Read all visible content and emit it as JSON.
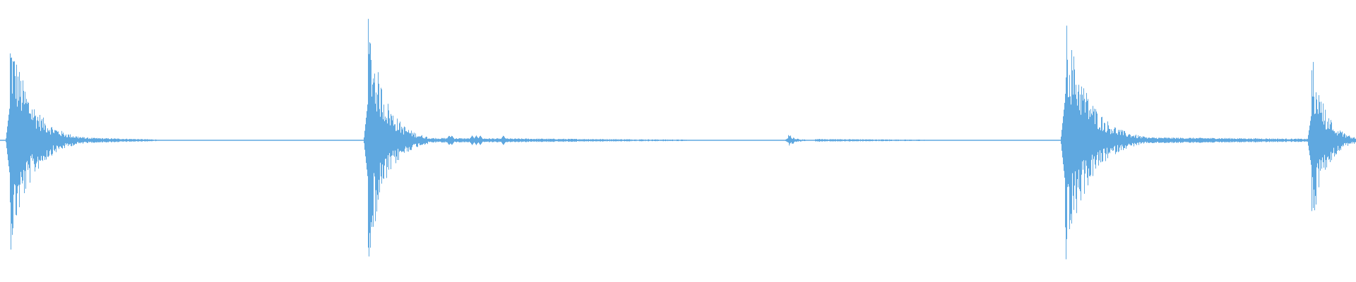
{
  "waveform": {
    "color": "#5fa8e0",
    "background": "#ffffff",
    "transients": [
      {
        "time": 0.007,
        "peak_up": 0.83,
        "peak_down": 0.84,
        "decay": 0.055,
        "tail": 0.055,
        "tail_level": 0.02
      },
      {
        "time": 0.271,
        "peak_up": 0.92,
        "peak_down": 0.92,
        "decay": 0.045,
        "tail": 0.19,
        "tail_level": 0.018
      },
      {
        "time": 0.581,
        "peak_up": 0.05,
        "peak_down": 0.05,
        "decay": 0.02,
        "tail": 0.11,
        "tail_level": 0.01
      },
      {
        "time": 0.785,
        "peak_up": 0.94,
        "peak_down": 0.94,
        "decay": 0.06,
        "tail": 0.175,
        "tail_level": 0.022
      },
      {
        "time": 0.967,
        "peak_up": 0.66,
        "peak_down": 0.67,
        "decay": 0.035,
        "tail": 0.035,
        "tail_level": 0.03
      }
    ],
    "blips": [
      0.331,
      0.333,
      0.348,
      0.351,
      0.354,
      0.371
    ]
  }
}
